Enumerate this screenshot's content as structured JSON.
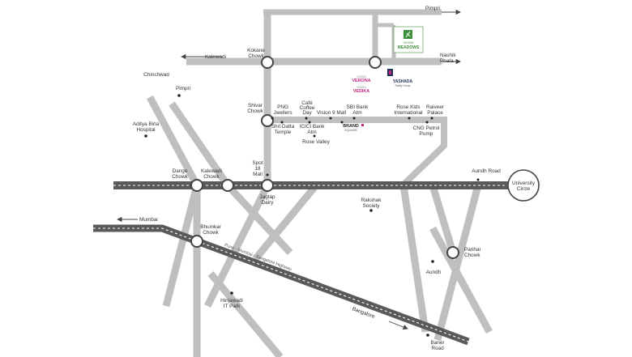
{
  "colors": {
    "road": "#bfbfbf",
    "highway": "#5a5a5a",
    "dash": "#ffffff",
    "junction_fill": "#ffffff",
    "junction_stroke": "#444444",
    "poi": "#222222",
    "text": "#333333",
    "logo_green": "#3f8f3a",
    "logo_pink": "#c0267e",
    "logo_navy": "#1f2f5a"
  },
  "directions": {
    "pimpri_top": "Pimpri",
    "nashik_phata_1": "Nashik",
    "nashik_phata_2": "Phata",
    "kalewadi": "Kalewadi",
    "mumbai": "Mumbai",
    "bangalore": "Bangalore"
  },
  "junctions": {
    "kokane_chowk_1": "Kokane",
    "kokane_chowk_2": "Chowk",
    "shivar_chowk_1": "Shivar",
    "shivar_chowk_2": "Chowk",
    "dange_chowk_1": "Dange",
    "dange_chowk_2": "Chowk",
    "kalewadi_chowk_1": "Kalewadi",
    "kalewadi_chowk_2": "Chowk",
    "bhumkar_chowk_1": "Bhumkar",
    "bhumkar_chowk_2": "Chowk",
    "parihar_chowk_1": "Parihar",
    "parihar_chowk_2": "Chowk",
    "university_circle_1": "University",
    "university_circle_2": "Circle",
    "jagtap_dairy_1": "Jagtap",
    "jagtap_dairy_2": "Dairy"
  },
  "places": {
    "chinchwad": "Chinchwad",
    "pimpri": "Pimpri",
    "aditya_birla_1": "Aditya Birla",
    "aditya_birla_2": "Hospital",
    "png_1": "PNG",
    "png_2": "Jwellers",
    "cafe_1": "Café",
    "cafe_2": "Coffee",
    "cafe_3": "Day",
    "vision_mall": "Vision 9 Mall",
    "sbi_1": "SBI Bank",
    "sbi_2": "Atm",
    "rose_kids_1": "Rose Kids",
    "rose_kids_2": "International",
    "raiveer_1": "Raiveer",
    "raiveer_2": "Palace",
    "shri_datta_1": "Shri Datta",
    "shri_datta_2": "Temple",
    "icici_1": "ICICI Bank",
    "icici_2": "Atm",
    "cng_1": "CNG Petrol",
    "cng_2": "Pump",
    "rose_valley": "Rose Valley",
    "spot18_1": "Spot",
    "spot18_2": "18",
    "spot18_3": "Mall",
    "aundh_road": "Aundh Road",
    "rakshak_1": "Rakshak",
    "rakshak_2": "Society",
    "aundh": "Aundh",
    "hinjawadi_1": "Hinjawadi",
    "hinjawadi_2": "IT Park",
    "baner_1": "Baner",
    "baner_2": "Road",
    "highway": "Pune - Mumbai - Bangalore Highway"
  },
  "logos": {
    "meadows": "MEADOWS",
    "meadows_top": "VISION",
    "verona_top": "VISION",
    "verona": "VERONA",
    "vedika_top": "VISION",
    "vedika": "VEDIKA",
    "yashada": "YASHADA",
    "yashada_sub": "Realty Group",
    "brand_1": "BRAND",
    "brand_2": "SQUARE"
  }
}
